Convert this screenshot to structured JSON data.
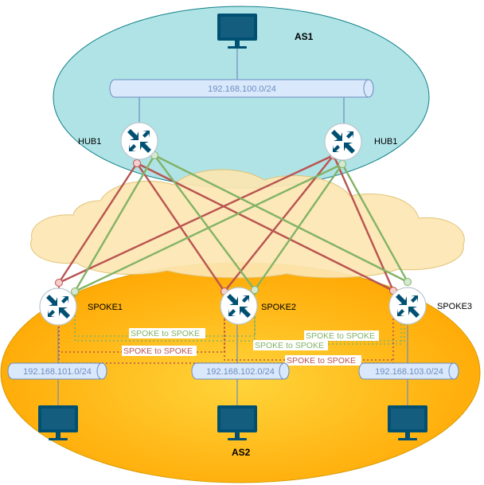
{
  "zones": {
    "top": {
      "label": "AS1",
      "fill": "#b0e3e6",
      "stroke": "#0e8088"
    },
    "bottom": {
      "label": "AS2",
      "fill": "#ffcd28",
      "fill_dark": "#ffa500",
      "stroke": "#d79b00"
    },
    "cloud": {
      "fill": "#fce7b3",
      "stroke": "#e0c070"
    }
  },
  "networks": [
    {
      "id": "lan-as1",
      "label": "192.168.100.0/24"
    },
    {
      "id": "lan-spoke1",
      "label": "192.168.101.0/24"
    },
    {
      "id": "lan-spoke2",
      "label": "192.168.102.0/24"
    },
    {
      "id": "lan-spoke3",
      "label": "192.168.103.0/24"
    }
  ],
  "routers": [
    {
      "id": "hub-left",
      "label": "HUB1"
    },
    {
      "id": "hub-right",
      "label": "HUB1"
    },
    {
      "id": "spoke1",
      "label": "SPOKE1"
    },
    {
      "id": "spoke2",
      "label": "SPOKE2"
    },
    {
      "id": "spoke3",
      "label": "SPOKE3"
    }
  ],
  "tunnel_labels": {
    "green": "SPOKE to SPOKE",
    "red": "SPOKE to SPOKE"
  },
  "colors": {
    "red_link": "#b85450",
    "green_link": "#82b366",
    "router_icon": "#005073",
    "monitor": "#005073",
    "cable_fill": "#dae8fc",
    "cable_stroke": "#6c8ebf",
    "cable_text": "#6c8ebf"
  },
  "icons": {
    "router": "router-icon",
    "computer": "monitor-icon"
  }
}
